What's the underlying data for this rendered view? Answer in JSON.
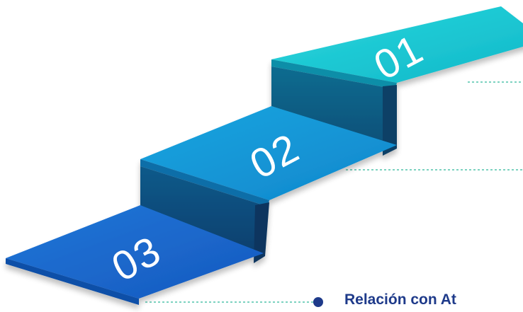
{
  "steps": [
    {
      "number": "01",
      "color": "#14c3cf"
    },
    {
      "number": "02",
      "color": "#1594d6"
    },
    {
      "number": "03",
      "color": "#1e6bd0"
    }
  ],
  "label_text": "Relación con At",
  "colors": {
    "riser_dark": "#0f5a85",
    "riser_mid": "#0b4f7a",
    "riser_darkest": "#0a3f6b",
    "connector": "#2fb89a",
    "label": "#1e3a8a"
  }
}
